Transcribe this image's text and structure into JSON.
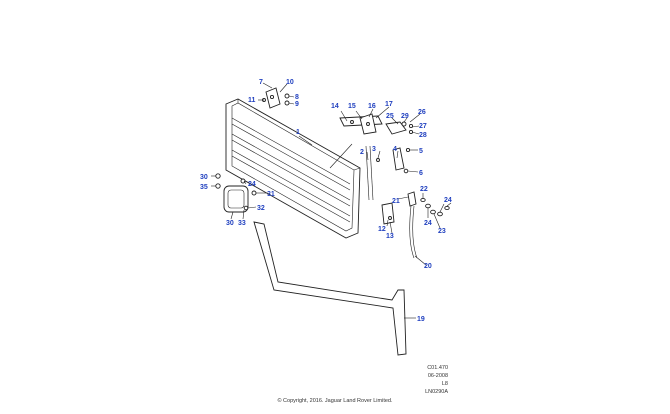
{
  "callouts": {
    "c1": "1",
    "c2": "2",
    "c3": "3",
    "c4": "4",
    "c5": "5",
    "c6": "6",
    "c7": "7",
    "c8": "8",
    "c9": "9",
    "c10": "10",
    "c11": "11",
    "c12": "12",
    "c13": "13",
    "c14": "14",
    "c15": "15",
    "c16": "16",
    "c17": "17",
    "c19": "19",
    "c20": "20",
    "c21": "21",
    "c22": "22",
    "c23": "23",
    "c24a": "24",
    "c24b": "24",
    "c24c": "24",
    "c25": "25",
    "c26": "26",
    "c27": "27",
    "c28": "28",
    "c29": "29",
    "c30a": "30",
    "c30b": "30",
    "c31": "31",
    "c32": "32",
    "c33": "33",
    "c35": "35"
  },
  "reference": {
    "code": "C01.470",
    "date": "06-2008",
    "section": "L8",
    "drawing": "LN0290A"
  },
  "copyright": "© Copyright, 2016. Jaguar Land Rover Limited."
}
